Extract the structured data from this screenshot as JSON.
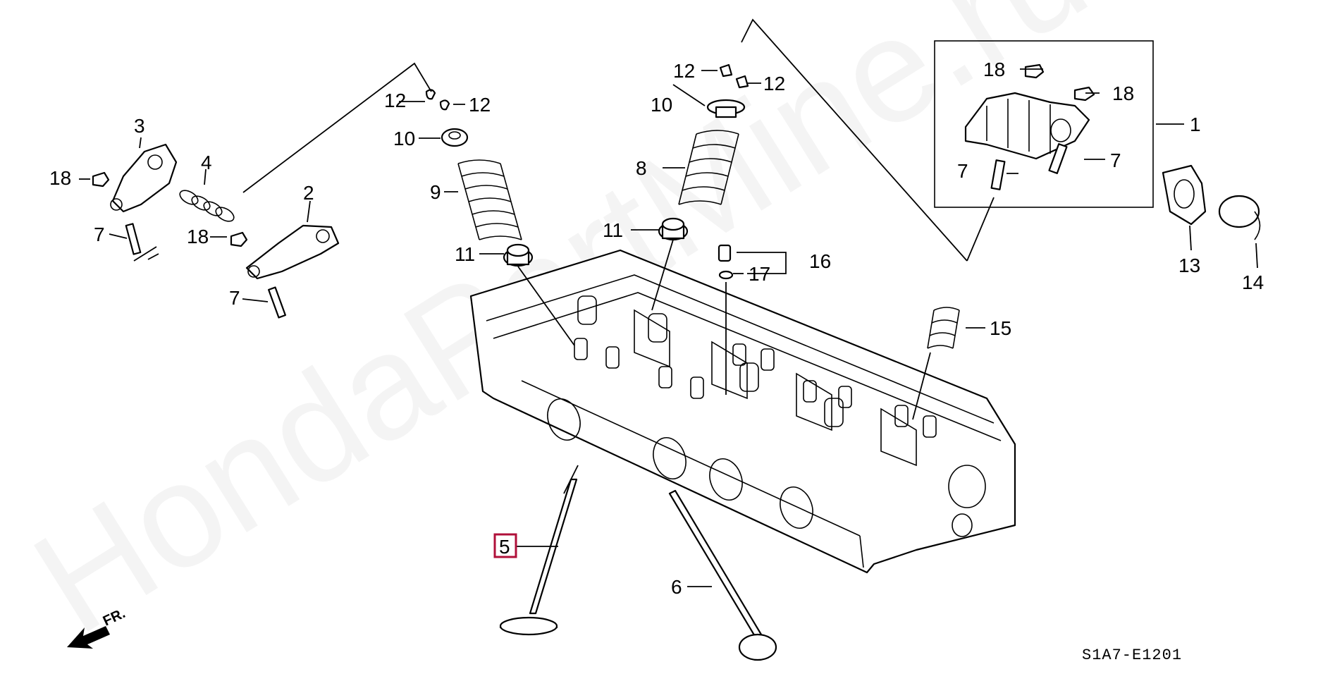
{
  "diagram": {
    "watermark": "HondaPartMine.ru",
    "diagram_code": "S1A7-E1201",
    "front_indicator": "FR.",
    "highlighted_callout": "5",
    "accent_color": "#b0103a",
    "callouts": [
      "1",
      "2",
      "3",
      "4",
      "5",
      "6",
      "7",
      "8",
      "9",
      "10",
      "11",
      "12",
      "13",
      "14",
      "15",
      "16",
      "17",
      "18"
    ]
  }
}
